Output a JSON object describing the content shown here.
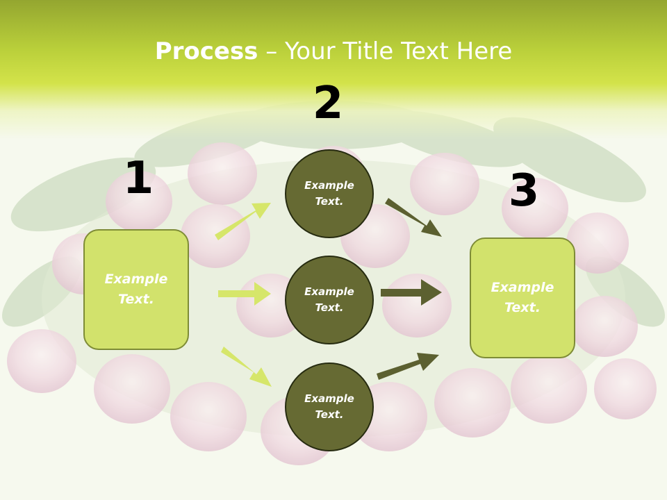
{
  "slide": {
    "title_bold": "Process",
    "title_rest": " – Your Title Text Here",
    "step_numbers": [
      "1",
      "2",
      "3"
    ],
    "left_box": {
      "line1": "Example",
      "line2": "Text."
    },
    "right_box": {
      "line1": "Example",
      "line2": "Text."
    },
    "circles": [
      {
        "line1": "Example",
        "line2": "Text."
      },
      {
        "line1": "Example",
        "line2": "Text."
      },
      {
        "line1": "Example",
        "line2": "Text."
      }
    ]
  },
  "colors": {
    "header_green": "#b9cf3a",
    "box_fill": "#d2e26c",
    "circle_fill": "#666a33",
    "light_arrow": "#d6e66a",
    "dark_arrow": "#5c6030"
  },
  "background_image": "tulip-bouquet-photo"
}
